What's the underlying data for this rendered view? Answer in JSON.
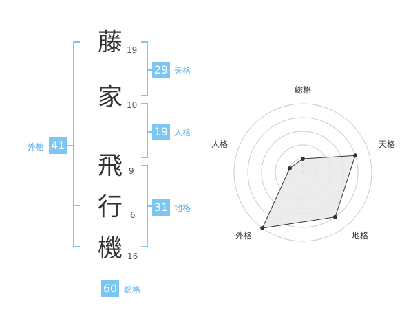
{
  "name": {
    "characters": [
      {
        "char": "藤",
        "strokes": "19"
      },
      {
        "char": "家",
        "strokes": "10"
      },
      {
        "char": "飛",
        "strokes": "9"
      },
      {
        "char": "行",
        "strokes": "6"
      },
      {
        "char": "機",
        "strokes": "16"
      }
    ]
  },
  "fortunes": {
    "tenkaku": {
      "value": "29",
      "label": "天格"
    },
    "jinkaku": {
      "value": "19",
      "label": "人格"
    },
    "chikaku": {
      "value": "31",
      "label": "地格"
    },
    "gaikaku": {
      "value": "41",
      "label": "外格"
    },
    "soukaku": {
      "value": "60",
      "label": "総格"
    }
  },
  "radar": {
    "axes": [
      "総格",
      "天格",
      "地格",
      "外格",
      "人格"
    ],
    "levels": 5,
    "values": [
      1,
      4,
      4,
      5,
      1
    ],
    "colors": {
      "grid": "#cccccc",
      "fill": "#e9e9e9",
      "stroke": "#333333",
      "point": "#333333"
    }
  },
  "colors": {
    "accent": "#7cc6f2",
    "accent_text": "#5aaee6"
  }
}
